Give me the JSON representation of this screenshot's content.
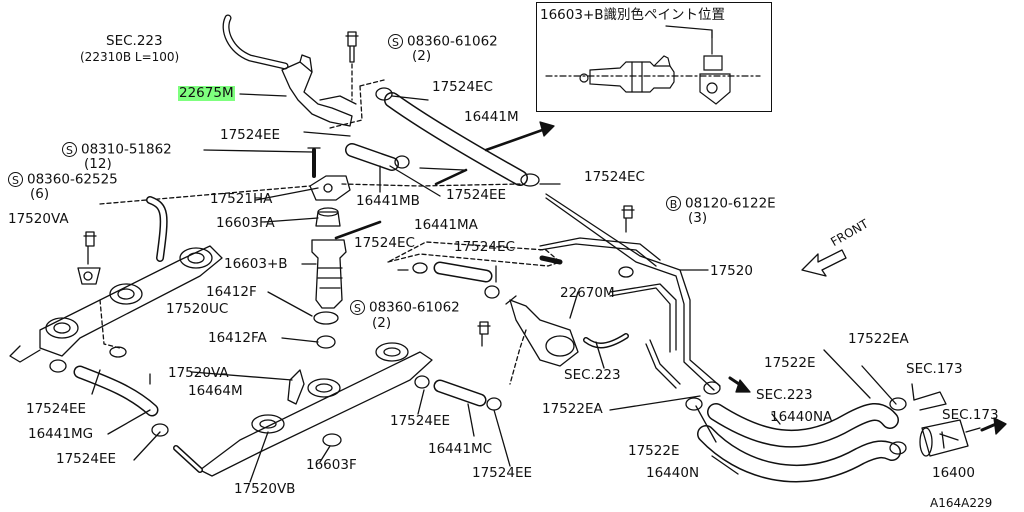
{
  "parts": [
    {
      "id": "sec223a",
      "text": "SEC.223"
    },
    {
      "id": "sec223a_sub",
      "text": "(22310B L=100)"
    },
    {
      "id": "p22675",
      "text": "22675M"
    },
    {
      "id": "p17524ee_1",
      "text": "17524EE"
    },
    {
      "id": "p08310",
      "text": "08310-51862"
    },
    {
      "id": "p08310_q",
      "text": "(12)"
    },
    {
      "id": "p08360b",
      "text": "08360-62525"
    },
    {
      "id": "p08360b_q",
      "text": "(6)"
    },
    {
      "id": "p17520va_1",
      "text": "17520VA"
    },
    {
      "id": "p17521ha",
      "text": "17521HA"
    },
    {
      "id": "p16603fa",
      "text": "16603FA"
    },
    {
      "id": "p16603b",
      "text": "16603+B"
    },
    {
      "id": "p16412f",
      "text": "16412F"
    },
    {
      "id": "p17520uc",
      "text": "17520UC"
    },
    {
      "id": "p16412fa",
      "text": "16412FA"
    },
    {
      "id": "p17520va_2",
      "text": "17520VA"
    },
    {
      "id": "p16464m",
      "text": "16464M"
    },
    {
      "id": "p17524ee_2",
      "text": "17524EE"
    },
    {
      "id": "p16441mg",
      "text": "16441MG"
    },
    {
      "id": "p17524ee_3",
      "text": "17524EE"
    },
    {
      "id": "p17520vb",
      "text": "17520VB"
    },
    {
      "id": "p16603f",
      "text": "16603F"
    },
    {
      "id": "p08360a",
      "text": "08360-61062"
    },
    {
      "id": "p08360a_q",
      "text": "(2)"
    },
    {
      "id": "p17524ec_1",
      "text": "17524EC"
    },
    {
      "id": "p16441m",
      "text": "16441M"
    },
    {
      "id": "p16441mb",
      "text": "16441MB"
    },
    {
      "id": "p17524ee_4",
      "text": "17524EE"
    },
    {
      "id": "p17524ec_2",
      "text": "17524EC"
    },
    {
      "id": "p08120",
      "text": "08120-6122E"
    },
    {
      "id": "p08120_q",
      "text": "(3)"
    },
    {
      "id": "p16441ma",
      "text": "16441MA"
    },
    {
      "id": "p17524ec_3",
      "text": "17524EC"
    },
    {
      "id": "p17524ec_4",
      "text": "17524EC"
    },
    {
      "id": "p17520",
      "text": "17520"
    },
    {
      "id": "p22670m",
      "text": "22670M"
    },
    {
      "id": "p08360c",
      "text": "08360-61062"
    },
    {
      "id": "p08360c_q",
      "text": "(2)"
    },
    {
      "id": "sec223b",
      "text": "SEC.223"
    },
    {
      "id": "p17524ee_5",
      "text": "17524EE"
    },
    {
      "id": "p16441mc",
      "text": "16441MC"
    },
    {
      "id": "p17524ee_6",
      "text": "17524EE"
    },
    {
      "id": "p17522ea_1",
      "text": "17522EA"
    },
    {
      "id": "p17522e_1",
      "text": "17522E"
    },
    {
      "id": "p17522ea_2",
      "text": "17522EA"
    },
    {
      "id": "p17522e_2",
      "text": "17522E"
    },
    {
      "id": "sec223c",
      "text": "SEC.223"
    },
    {
      "id": "sec173a",
      "text": "SEC.173"
    },
    {
      "id": "p16440na",
      "text": "16440NA"
    },
    {
      "id": "sec173b",
      "text": "SEC.173"
    },
    {
      "id": "p16440n",
      "text": "16440N"
    },
    {
      "id": "p16400",
      "text": "16400"
    },
    {
      "id": "front",
      "text": "FRONT"
    },
    {
      "id": "figure_code",
      "text": "A164A229"
    }
  ],
  "bolt_marks": {
    "s": "S",
    "b": "B"
  },
  "inset": {
    "caption": "16603+B識別色ペイント位置"
  },
  "colors": {
    "line": "#111111",
    "highlight": "#7fff7f",
    "background": "#ffffff"
  }
}
